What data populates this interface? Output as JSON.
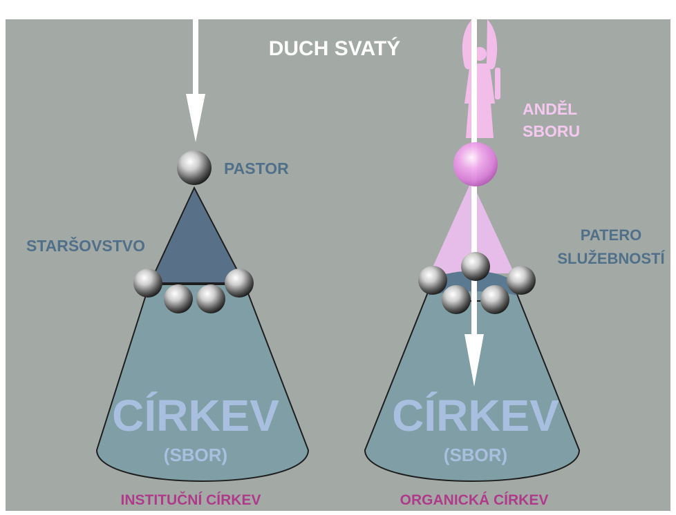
{
  "title": "DUCH SVATÝ",
  "left": {
    "top_label": "PASTOR",
    "mid_label": "STARŠOVSTVO",
    "cone_title": "CÍRKEV",
    "cone_subtitle": "(SBOR)",
    "caption": "INSTITUČNÍ CÍRKEV"
  },
  "right": {
    "angel_label": [
      "ANDĚL",
      "SBORU"
    ],
    "mid_label": [
      "PATERO",
      "SLUŽEBNOSTÍ"
    ],
    "cone_title": "CÍRKEV",
    "cone_subtitle": "(SBOR)",
    "caption": "ORGANICKÁ CÍRKEV"
  },
  "colors": {
    "background": "#a3aaa6",
    "cone_fill": "#7f9ea6",
    "left_top_triangle": "#587188",
    "right_top_triangle": "#e6bde8",
    "label_blue": "#50708a",
    "label_pink": "#f5c8f0",
    "caption_magenta": "#b03a8a",
    "cone_text": "#a9bfdf",
    "arrow": "#ffffff"
  },
  "icons": [
    "sphere-icon",
    "angel-icon",
    "arrow-down-icon"
  ]
}
